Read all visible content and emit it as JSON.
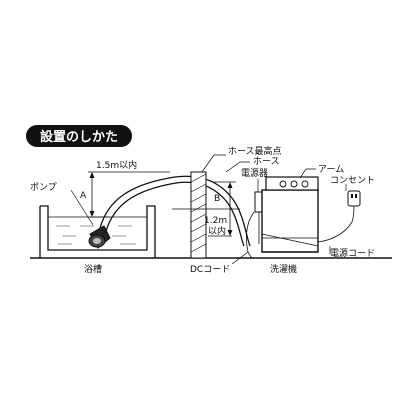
{
  "title": "設置のしかた",
  "labels": {
    "hose_top": "ホース最高点",
    "hose": "ホース",
    "arm": "アーム",
    "power_unit": "電源器",
    "outlet": "コンセント",
    "pump": "ポンプ",
    "height_a_label": "A",
    "height_a_value": "1.5m以内",
    "height_b_label": "B",
    "height_b_value": "1.2m\n以内",
    "bathtub": "浴槽",
    "dc_cord": "DCコード",
    "washer": "洗濯機",
    "power_cord": "電源コード"
  }
}
